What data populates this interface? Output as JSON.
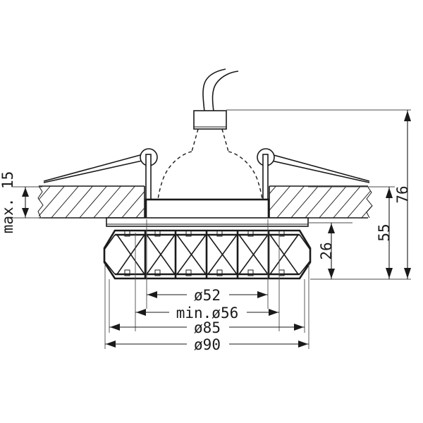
{
  "drawing": {
    "title": "Recessed downlight fixture — technical section drawing",
    "type": "engineering-section-drawing",
    "background_color": "#ffffff",
    "line_color": "#1a1a1a",
    "units": "mm",
    "dimensions": {
      "vertical": [
        {
          "id": "max15",
          "label": "max. 15",
          "value": 15,
          "orientation": "vertical",
          "position": "left",
          "note": "ceiling slab thickness"
        },
        {
          "id": "h76",
          "label": "76",
          "value": 76,
          "orientation": "vertical",
          "position": "right-outer",
          "note": "total fixture height"
        },
        {
          "id": "h55",
          "label": "55",
          "value": 55,
          "orientation": "vertical",
          "position": "right-inner",
          "note": "height below lamp connector"
        },
        {
          "id": "h26",
          "label": "26",
          "value": 26,
          "orientation": "vertical",
          "position": "right-near",
          "note": "decorative ring depth"
        }
      ],
      "horizontal": [
        {
          "id": "d52",
          "label": "ø52",
          "value": 52,
          "prefix": "ø",
          "orientation": "horizontal",
          "note": "inner aperture diameter"
        },
        {
          "id": "d56min",
          "label": "min.ø56",
          "value": 56,
          "prefix": "min.ø",
          "orientation": "horizontal",
          "note": "minimum cut-out diameter"
        },
        {
          "id": "d85",
          "label": "ø85",
          "value": 85,
          "prefix": "ø",
          "orientation": "horizontal",
          "note": "decorative ring diameter"
        },
        {
          "id": "d90",
          "label": "ø90",
          "value": 90,
          "prefix": "ø",
          "orientation": "horizontal",
          "note": "outer overall diameter"
        }
      ]
    },
    "parts": [
      {
        "name": "supply-wires",
        "style": "solid",
        "note": "two flexible supply leads curving upward"
      },
      {
        "name": "connector-box",
        "style": "solid",
        "note": "small rectangular terminal block at top"
      },
      {
        "name": "lamp-outline",
        "style": "dashed",
        "note": "bell-shaped reflector lamp shown hidden"
      },
      {
        "name": "ceiling-slab-left",
        "style": "hatched",
        "note": "45-degree section hatch"
      },
      {
        "name": "ceiling-slab-right",
        "style": "hatched",
        "note": "45-degree section hatch with break line"
      },
      {
        "name": "spring-clip-left",
        "style": "solid",
        "note": "pivoting retaining spring"
      },
      {
        "name": "spring-clip-right",
        "style": "solid",
        "note": "pivoting retaining spring"
      },
      {
        "name": "housing-body",
        "style": "solid",
        "note": "lamp holder housing block"
      },
      {
        "name": "mounting-flange",
        "style": "solid",
        "note": "flange plate against ceiling"
      },
      {
        "name": "decorative-ring",
        "style": "solid",
        "note": "faceted crystal trim ring with X-panels"
      }
    ]
  }
}
